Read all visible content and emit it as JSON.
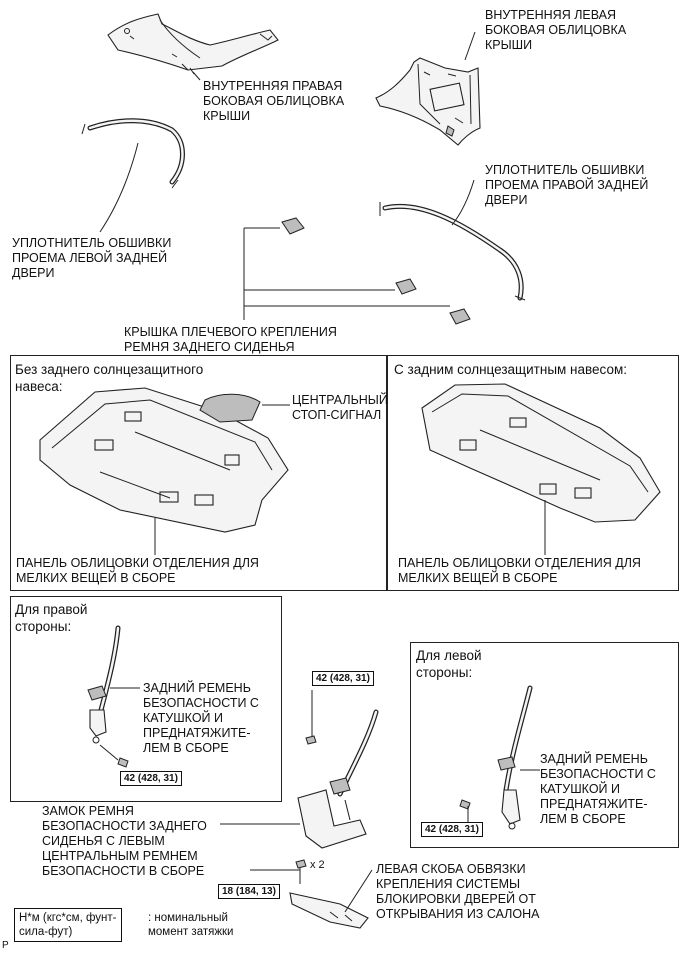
{
  "labels": {
    "right_roof_trim": "ВНУТРЕННЯЯ ПРАВАЯ\nБОКОВАЯ ОБЛИЦОВКА\nКРЫШИ",
    "left_roof_trim": "ВНУТРЕННЯЯ ЛЕВАЯ\nБОКОВАЯ ОБЛИЦОВКА\nКРЫШИ",
    "left_weatherstrip": "УПЛОТНИТЕЛЬ ОБШИВКИ\nПРОЕМА ЛЕВОЙ ЗАДНЕЙ\nДВЕРИ",
    "right_weatherstrip": "УПЛОТНИТЕЛЬ ОБШИВКИ\nПРОЕМА ПРАВОЙ ЗАДНЕЙ\nДВЕРИ",
    "belt_cover": "КРЫШКА ПЛЕЧЕВОГО КРЕПЛЕНИЯ\nРЕМНЯ ЗАДНЕГО СИДЕНЬЯ",
    "no_sunshade": "Без заднего солнцезащитного\nнавеса:",
    "with_sunshade": "С задним солнцезащитным навесом:",
    "stop_lamp": "ЦЕНТРАЛЬНЫЙ\nСТОП-СИГНАЛ",
    "package_tray_1": "ПАНЕЛЬ ОБЛИЦОВКИ ОТДЕЛЕНИЯ ДЛЯ\nМЕЛКИХ ВЕЩЕЙ В СБОРЕ",
    "package_tray_2": "ПАНЕЛЬ ОБЛИЦОВКИ ОТДЕЛЕНИЯ ДЛЯ\nМЕЛКИХ ВЕЩЕЙ В СБОРЕ",
    "right_side": "Для правой\nстороны:",
    "left_side": "Для левой\nстороны:",
    "belt_right": "ЗАДНИЙ РЕМЕНЬ\nБЕЗОПАСНОСТИ С\nКАТУШКОЙ И\nПРЕДНАТЯЖИТЕ-\nЛЕМ В СБОРЕ",
    "belt_left": "ЗАДНИЙ РЕМЕНЬ\nБЕЗОПАСНОСТИ С\nКАТУШКОЙ И\nПРЕДНАТЯЖИТЕ-\nЛЕМ В СБОРЕ",
    "buckle": "ЗАМОК РЕМНЯ\nБЕЗОПАСНОСТИ ЗАДНЕГО\nСИДЕНЬЯ С ЛЕВЫМ\nЦЕНТРАЛЬНЫМ РЕМНЕМ\nБЕЗОПАСНОСТИ В СБОРЕ",
    "lock_bracket": "ЛЕВАЯ СКОБА ОБВЯЗКИ\nКРЕПЛЕНИЯ СИСТЕМЫ\nБЛОКИРОВКИ ДВЕРЕЙ ОТ\nОТКРЫВАНИЯ ИЗ САЛОНА",
    "x2": "x 2"
  },
  "torque": {
    "right_belt": "42 (428, 31)",
    "center_buckle": "42 (428, 31)",
    "left_belt": "42 (428, 31)",
    "bracket_nut": "18 (184, 13)"
  },
  "legend": {
    "unit": "Н*м (кгс*см, фунт-\nсила-фут)",
    "desc": ": номинальный\nмомент затяжки"
  },
  "corner_mark": "P"
}
